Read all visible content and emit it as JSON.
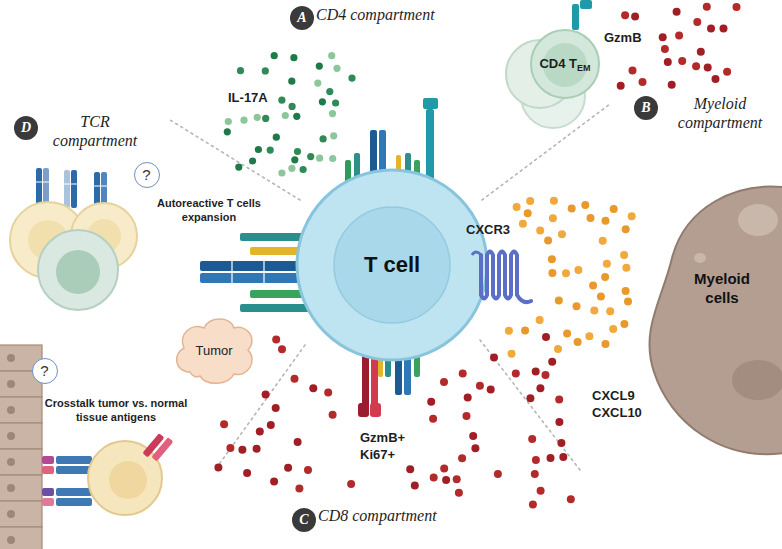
{
  "diagram": {
    "nodes": [
      {
        "text": [
          "A"
        ]
      },
      {
        "text": [
          "CD4 T",
          "EM"
        ]
      },
      {
        "text": [
          "B"
        ]
      },
      {
        "text": [
          "D"
        ]
      },
      {
        "text": [
          "?"
        ]
      },
      {
        "text": [
          "T cell"
        ]
      },
      {
        "text": [
          "Myeloid cells"
        ]
      },
      {
        "text": [
          "?"
        ]
      },
      {
        "text": [
          "Tumor"
        ]
      },
      {
        "text": [
          "C"
        ]
      }
    ],
    "labels": [
      "CD4 compartment",
      "IL-17A",
      "GzmB",
      "Myeloid compartment",
      "TCR compartment",
      "Autoreactive T cells expansion",
      "CXCR3",
      "Crosstalk tumor vs. normal tissue antigens",
      "CXCL9",
      "CXCL10",
      "GzmB+",
      "Ki67+",
      "CD8 compartment"
    ]
  }
}
